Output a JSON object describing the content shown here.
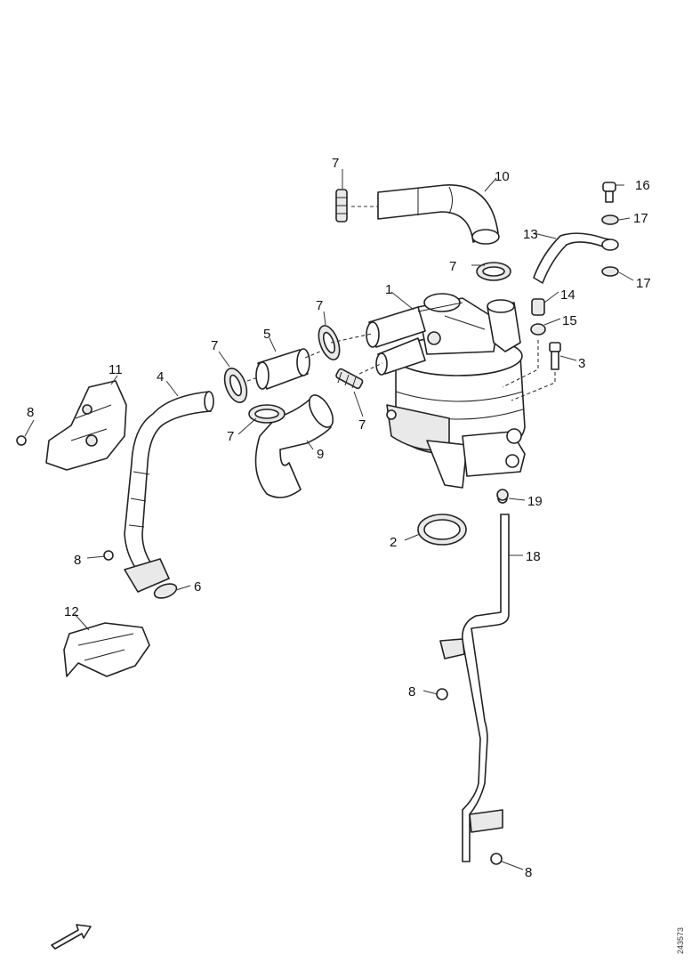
{
  "diagram": {
    "callouts": {
      "c1": "1",
      "c2": "2",
      "c3": "3",
      "c4": "4",
      "c5": "5",
      "c6": "6",
      "c7a": "7",
      "c7b": "7",
      "c7c": "7",
      "c7d": "7",
      "c7e": "7",
      "c7f": "7",
      "c8a": "8",
      "c8b": "8",
      "c8c": "8",
      "c8d": "8",
      "c9": "9",
      "c10": "10",
      "c11": "11",
      "c12": "12",
      "c13": "13",
      "c14": "14",
      "c15": "15",
      "c16": "16",
      "c17a": "17",
      "c17b": "17",
      "c18": "18",
      "c19": "19"
    },
    "document_id": "243573",
    "orientation_arrow": "front-direction-arrow"
  }
}
